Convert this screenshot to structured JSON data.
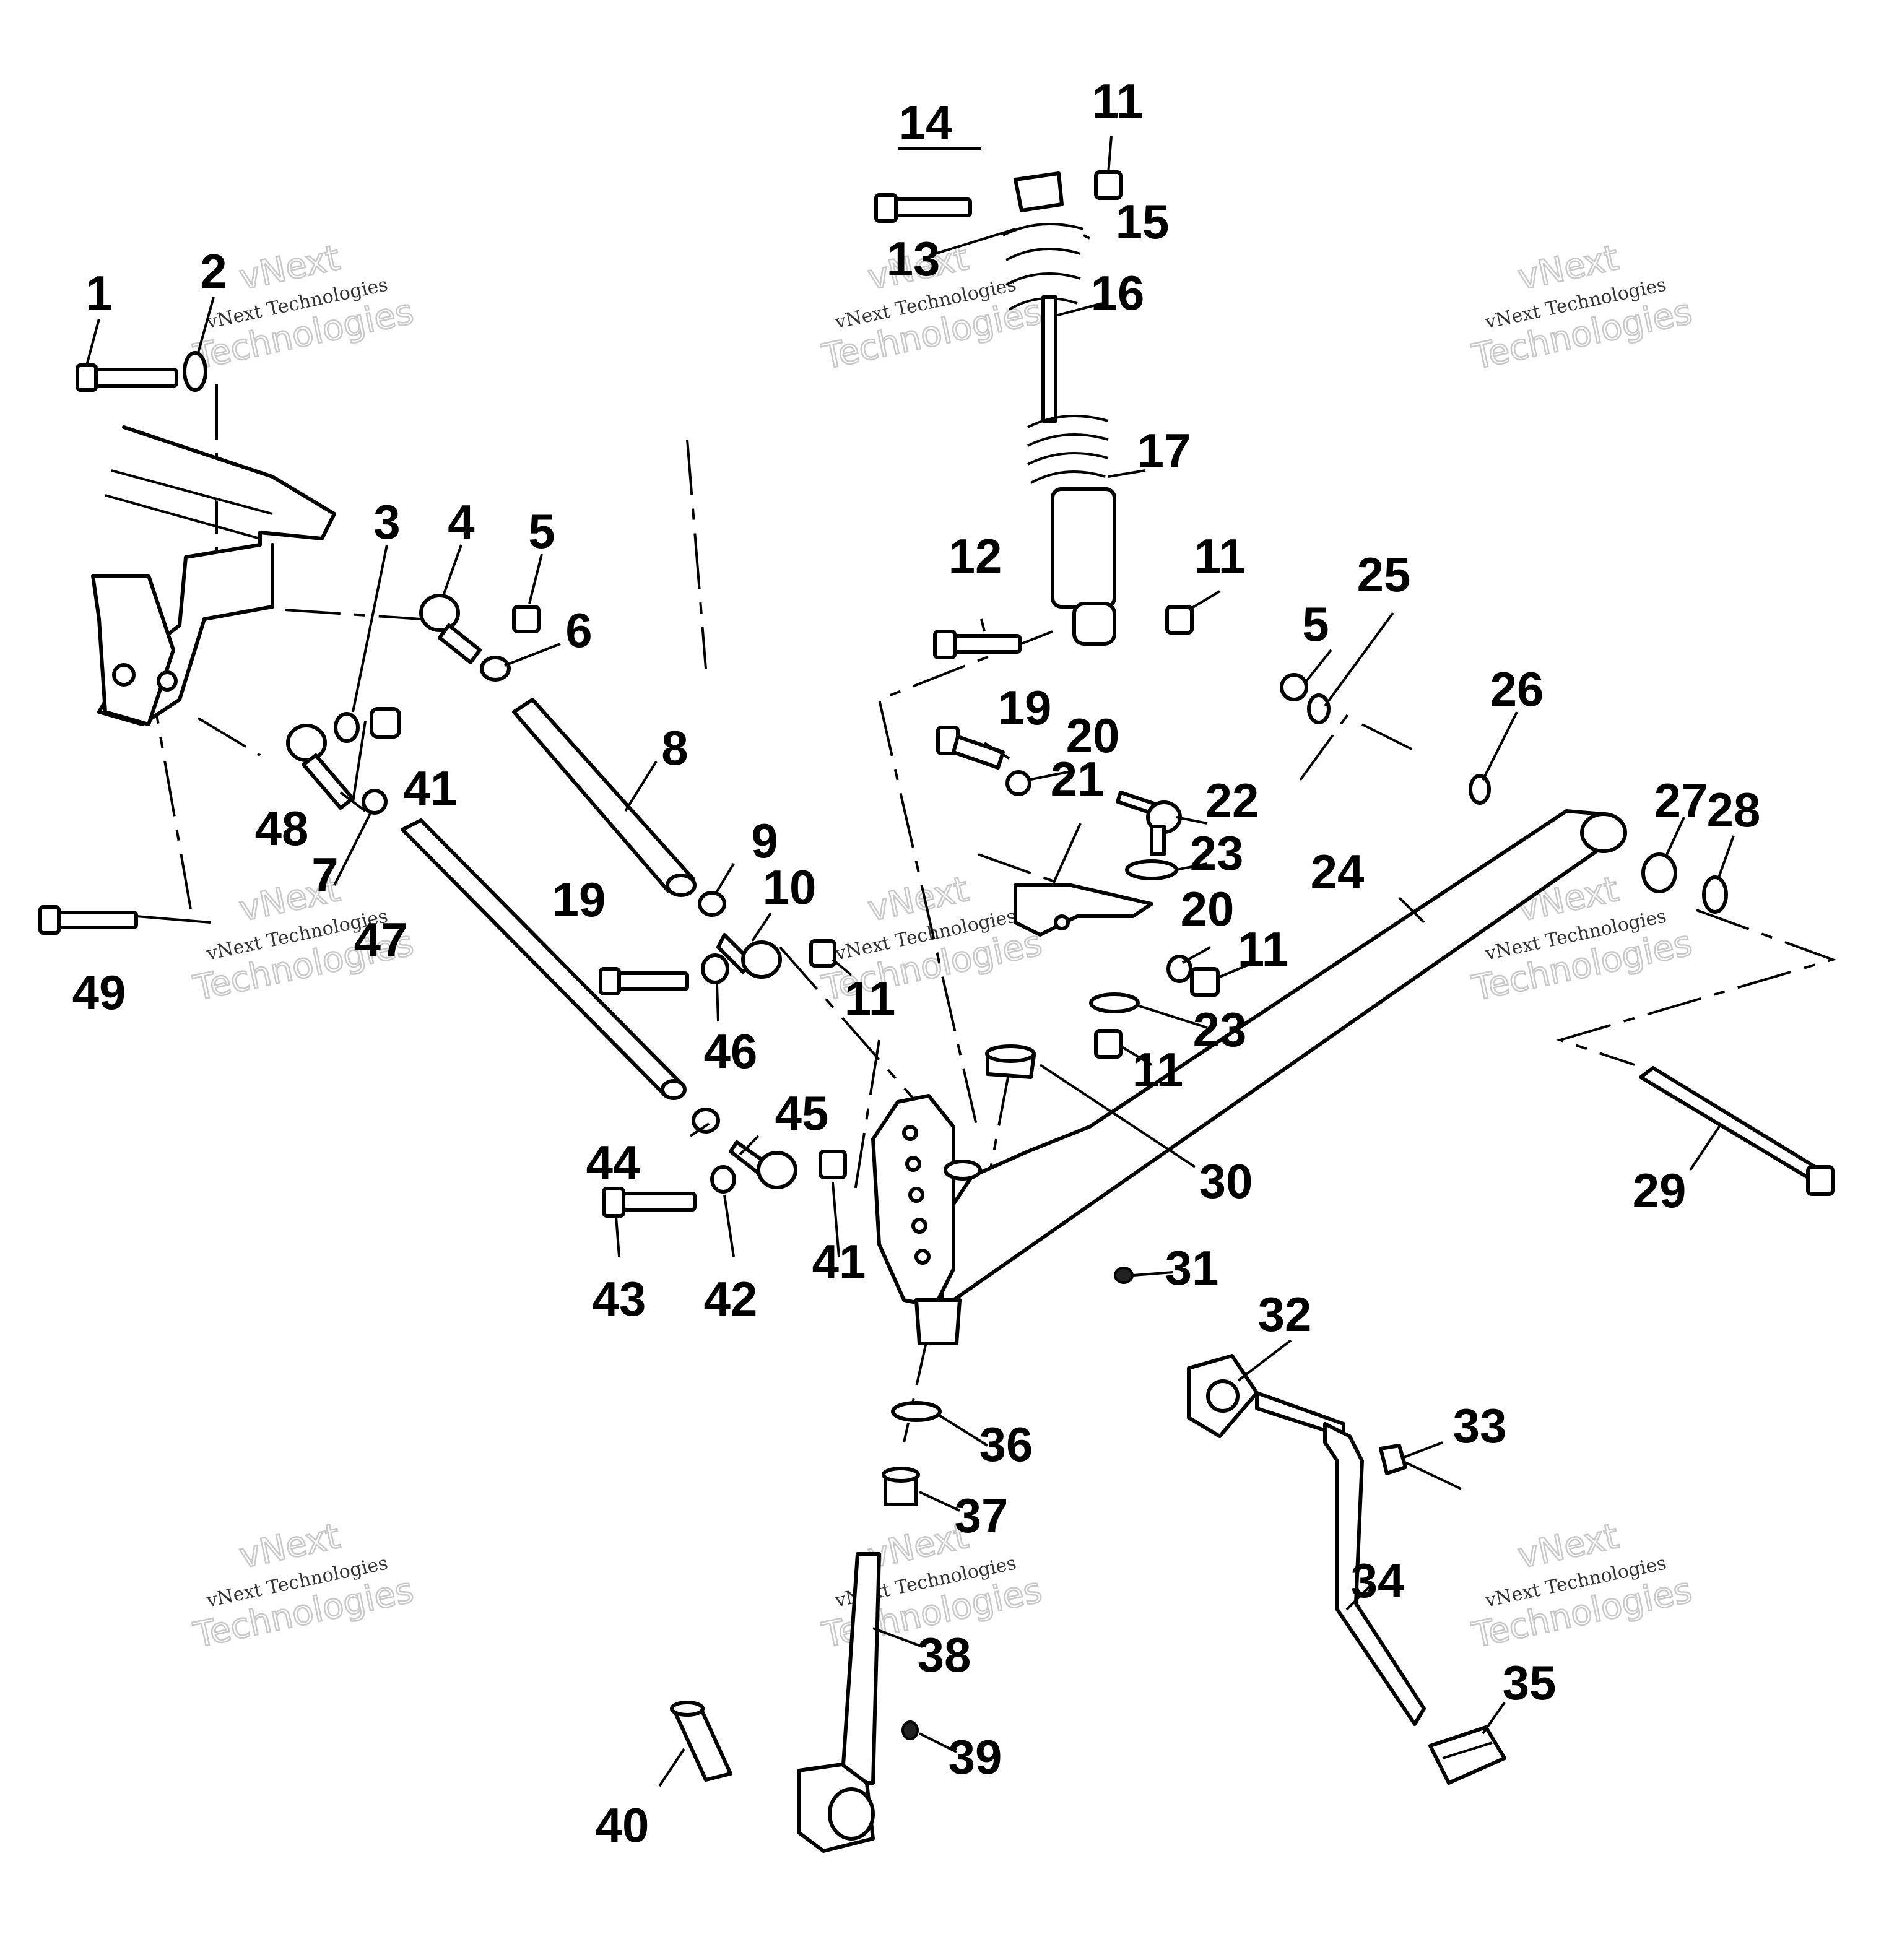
{
  "diagram": {
    "type": "exploded parts diagram",
    "watermark": {
      "brand": "vNext",
      "line1": "vNext Technologies",
      "line2": "Technologies"
    },
    "callouts": [
      "1",
      "2",
      "3",
      "4",
      "5",
      "6",
      "7",
      "8",
      "9",
      "10",
      "11",
      "12",
      "13",
      "14",
      "15",
      "16",
      "17",
      "19",
      "20",
      "21",
      "22",
      "23",
      "24",
      "25",
      "26",
      "27",
      "28",
      "29",
      "30",
      "31",
      "32",
      "33",
      "34",
      "35",
      "36",
      "37",
      "38",
      "39",
      "40",
      "41",
      "42",
      "43",
      "44",
      "45",
      "46",
      "47",
      "48",
      "49"
    ]
  }
}
